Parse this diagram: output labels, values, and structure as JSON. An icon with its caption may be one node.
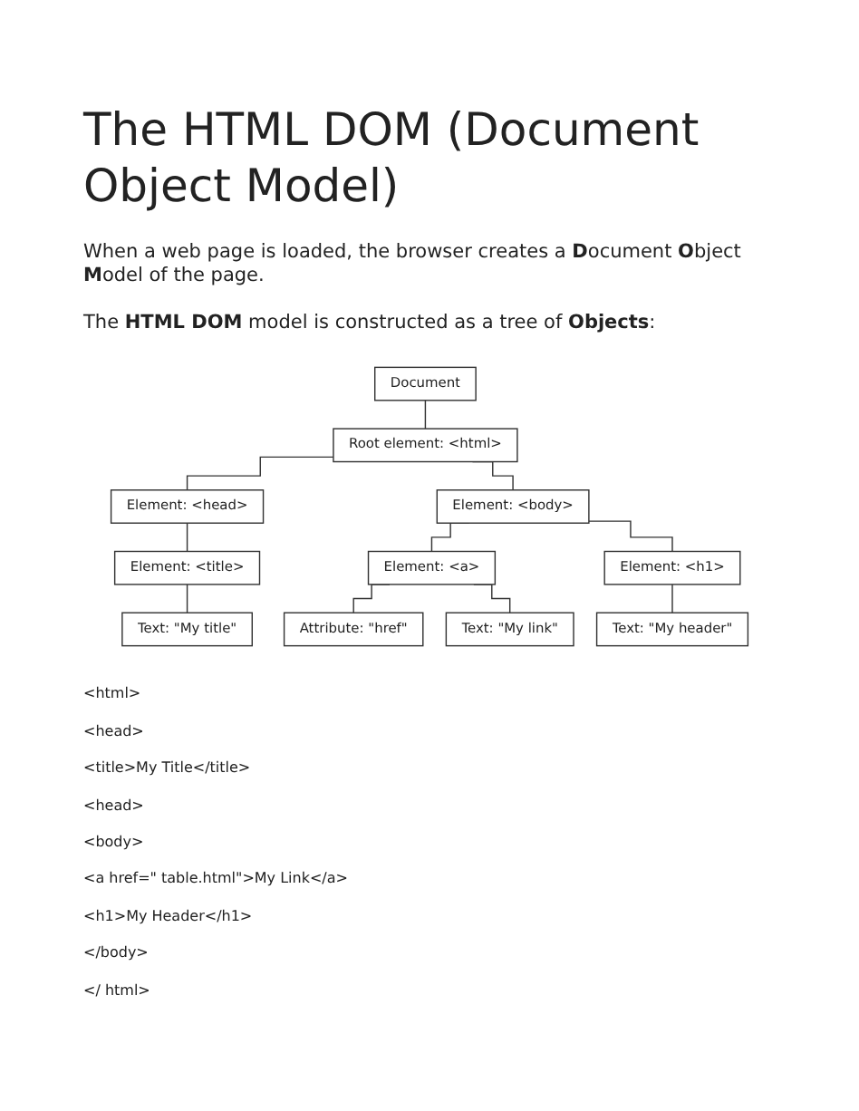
{
  "diagram": {
    "title": "The HTML DOM (Document Object Model)",
    "nodes": [
      {
        "text": [
          "Document"
        ]
      },
      {
        "text": [
          "Root element: <html>"
        ]
      },
      {
        "text": [
          "Element: <head>"
        ]
      },
      {
        "text": [
          "Element: <body>"
        ]
      },
      {
        "text": [
          "Element: <title>"
        ]
      },
      {
        "text": [
          "Attribute: \"href\""
        ]
      },
      {
        "text": [
          "Element: <a>"
        ]
      },
      {
        "text": [
          "Element: <h1>"
        ]
      },
      {
        "text": [
          "Text: \"My title\""
        ]
      },
      {
        "text": [
          "Text: \"My link\""
        ]
      },
      {
        "text": [
          "Text: \"My header\""
        ]
      }
    ],
    "edges": [
      {
        "from": 0,
        "to": 1,
        "arrow": "none"
      },
      {
        "from": 1,
        "to": 2,
        "arrow": "none"
      },
      {
        "from": 1,
        "to": 3,
        "arrow": "none"
      },
      {
        "from": 2,
        "to": 4,
        "arrow": "none"
      },
      {
        "from": 6,
        "to": 5,
        "arrow": "none"
      },
      {
        "from": 3,
        "to": 6,
        "arrow": "none"
      },
      {
        "from": 3,
        "to": 7,
        "arrow": "none"
      },
      {
        "from": 4,
        "to": 8,
        "arrow": "none"
      },
      {
        "from": 6,
        "to": 9,
        "arrow": "none"
      },
      {
        "from": 7,
        "to": 10,
        "arrow": "none"
      }
    ],
    "labels": [
      "When a web page is loaded, the browser creates a **D**ocument **O**bject **M**odel of the page.",
      "The **HTML DOM** model is constructed as a tree of **Objects**:",
      "<html>",
      "<head>",
      "<title>My Title</title>",
      "<head>",
      "<body>",
      "<a href=\" table.html\">My Link</a>",
      "<h1>My Header</h1>",
      "</body>",
      "</ html>"
    ]
  }
}
